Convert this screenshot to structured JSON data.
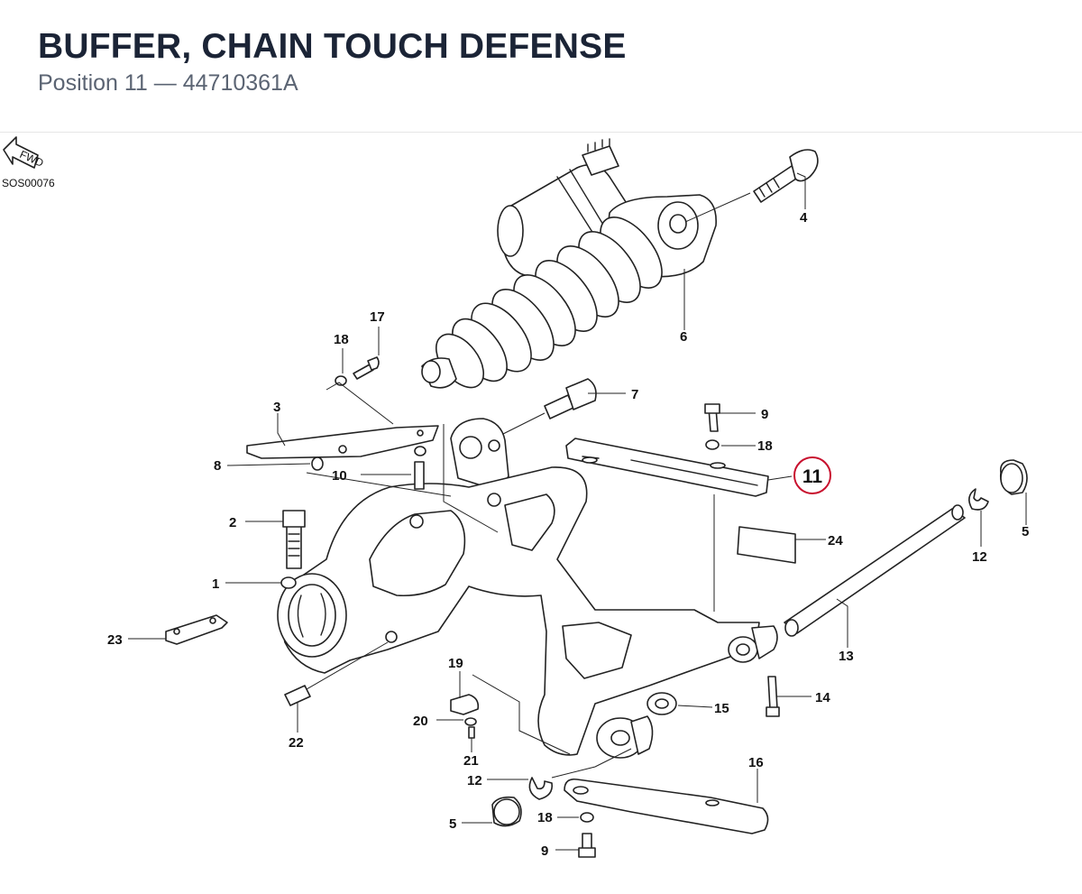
{
  "header": {
    "title": "BUFFER, CHAIN TOUCH DEFENSE",
    "subtitle": "Position 11 — 44710361A"
  },
  "diagram": {
    "reference_code": "SOS00076",
    "fwd_label": "FWD",
    "highlighted_label": "11",
    "highlight_color": "#c8102e",
    "callouts": [
      "1",
      "2",
      "3",
      "4",
      "5",
      "5",
      "6",
      "7",
      "8",
      "9",
      "9",
      "10",
      "12",
      "12",
      "13",
      "14",
      "15",
      "16",
      "17",
      "18",
      "18",
      "18",
      "19",
      "20",
      "21",
      "22",
      "23",
      "24"
    ]
  }
}
